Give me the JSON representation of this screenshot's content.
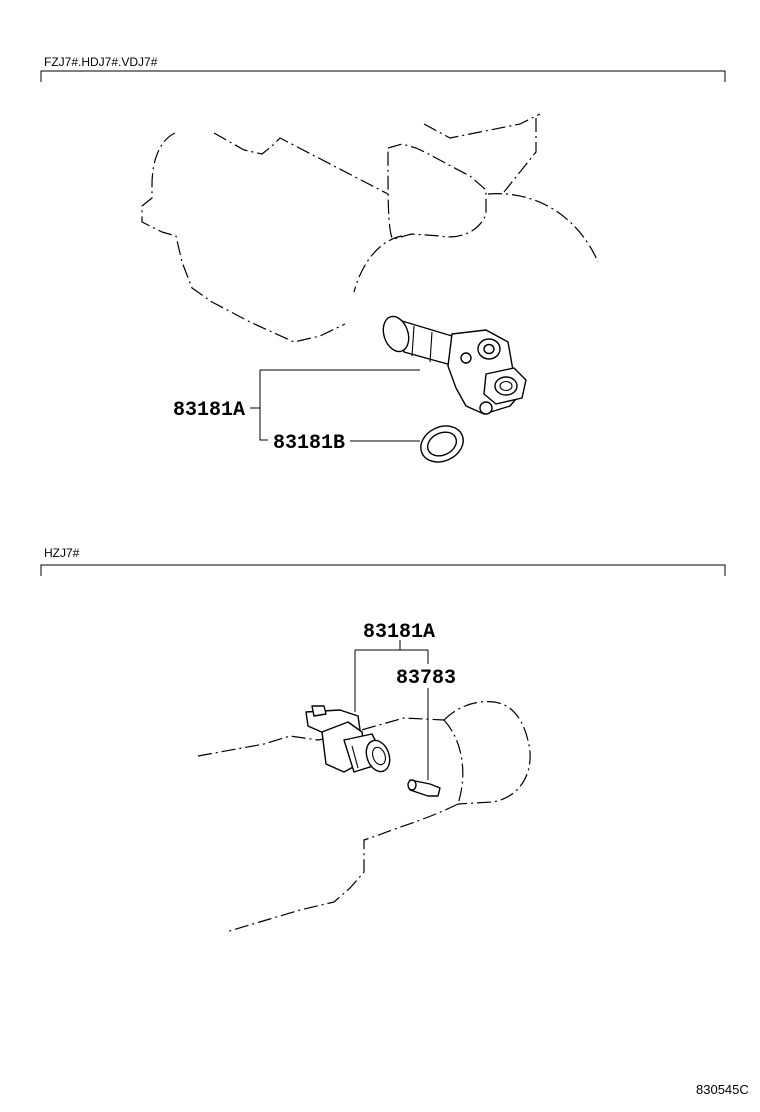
{
  "sections": [
    {
      "id": "top",
      "label": "FZJ7#.HDJ7#.VDJ7#",
      "parts": [
        {
          "number": "83181A",
          "icon": "speed-sensor-assembly-icon"
        },
        {
          "number": "83181B",
          "icon": "o-ring-icon"
        }
      ]
    },
    {
      "id": "bottom",
      "label": "HZJ7#",
      "parts": [
        {
          "number": "83181A",
          "icon": "speed-sensor-icon"
        },
        {
          "number": "83783",
          "icon": "pin-icon"
        }
      ]
    }
  ],
  "figure_code": "830545C"
}
